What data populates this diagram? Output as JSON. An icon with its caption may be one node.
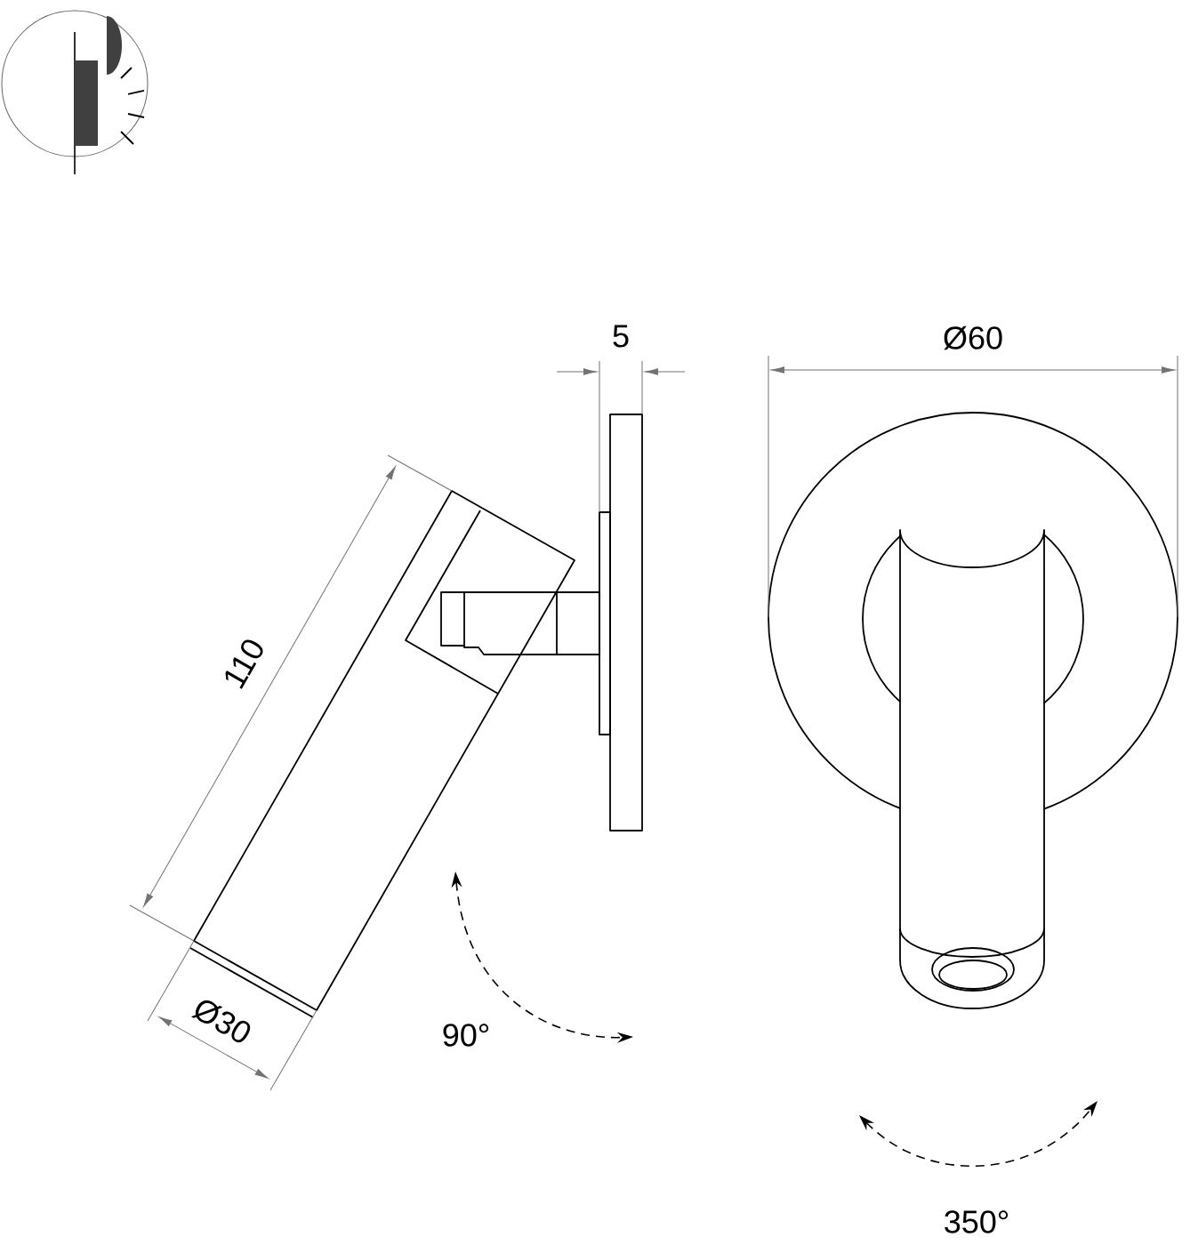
{
  "diagram": {
    "labels": [
      "5",
      "Ø60",
      "110",
      "Ø30",
      "90°",
      "350°"
    ]
  }
}
